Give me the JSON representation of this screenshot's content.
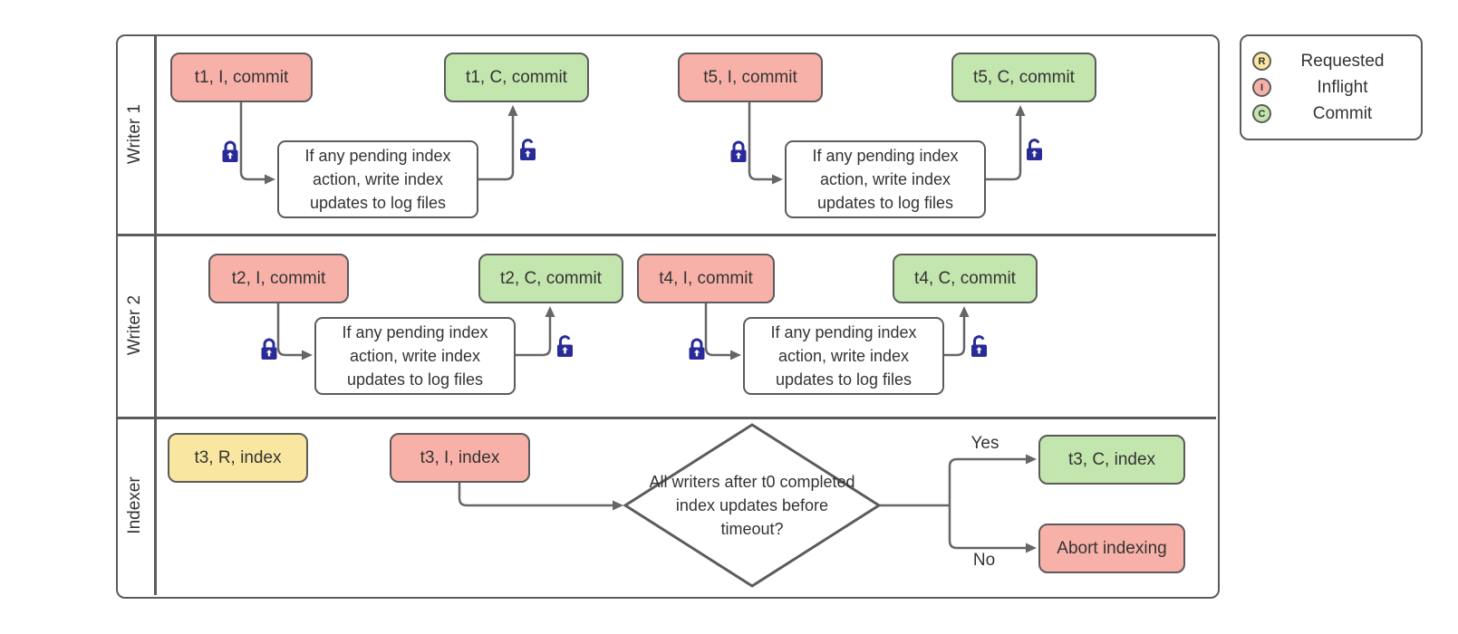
{
  "diagram": {
    "lanes": [
      {
        "label": "Writer 1"
      },
      {
        "label": "Writer 2"
      },
      {
        "label": "Indexer"
      }
    ],
    "nodes": {
      "t1_inflight": "t1, I, commit",
      "t1_commit": "t1, C, commit",
      "t5_inflight": "t5, I, commit",
      "t5_commit": "t5, C, commit",
      "t2_inflight": "t2, I, commit",
      "t2_commit": "t2, C, commit",
      "t4_inflight": "t4, I, commit",
      "t4_commit": "t4, C, commit",
      "t3_requested": "t3, R, index",
      "t3_inflight": "t3, I, index",
      "t3_commit": "t3, C, index",
      "abort": "Abort indexing",
      "pending_process": "If any pending index action, write index updates to log files",
      "decision": "All writers after t0 completed index updates before timeout?"
    },
    "edge_labels": {
      "yes": "Yes",
      "no": "No"
    }
  },
  "legend": {
    "items": [
      {
        "letter": "R",
        "label": "Requested",
        "color": "#f9e7a1"
      },
      {
        "letter": "I",
        "label": "Inflight",
        "color": "#f8b1a9"
      },
      {
        "letter": "C",
        "label": "Commit",
        "color": "#c3e5ae"
      }
    ]
  },
  "colors": {
    "inflight_fill": "#f8b1a9",
    "commit_fill": "#c3e5ae",
    "requested_fill": "#f9e7a1",
    "shape_border": "#5b5b5b",
    "connector": "#666666",
    "lock_blue": "#282a97",
    "text": "#333333"
  }
}
